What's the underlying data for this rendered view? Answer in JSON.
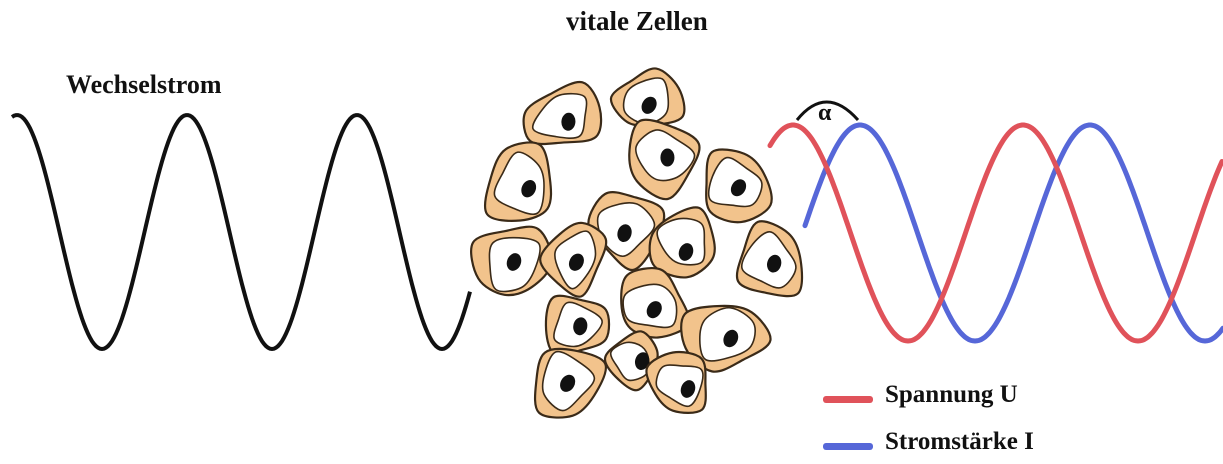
{
  "title": "vitale Zellen",
  "left_label": "Wechselstrom",
  "phase_label": "α",
  "legend": [
    {
      "label": "Spannung U",
      "color": "#e0525a"
    },
    {
      "label": "Stromstärke I",
      "color": "#5667d8"
    }
  ],
  "colors": {
    "cell_body": "#f2c38c",
    "cell_outline": "#3a2a18",
    "cell_inner": "#ffffff",
    "nucleus": "#111111",
    "ac_wave": "#111111",
    "voltage_wave": "#e0525a",
    "current_wave": "#5667d8"
  }
}
